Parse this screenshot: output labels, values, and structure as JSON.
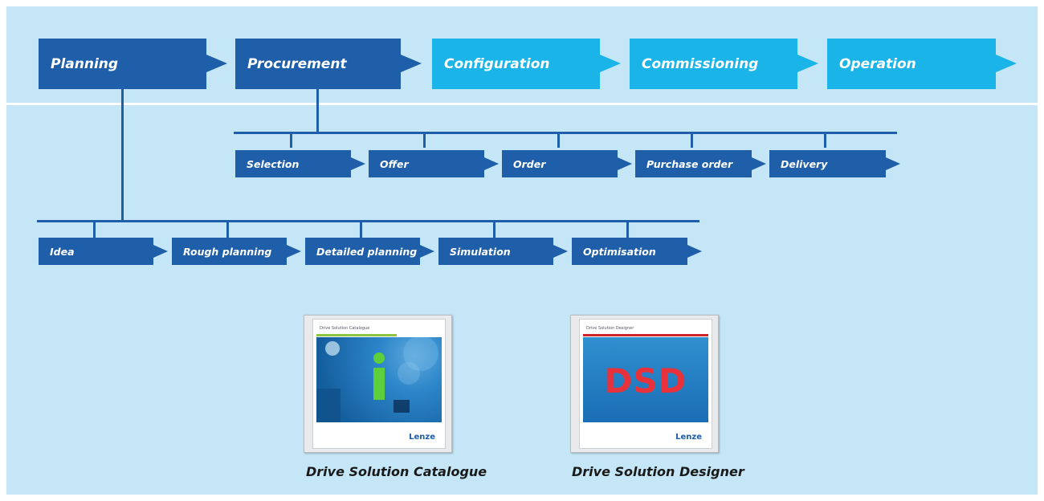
{
  "phases": {
    "planning": "Planning",
    "procurement": "Procurement",
    "configuration": "Configuration",
    "commissioning": "Commissioning",
    "operation": "Operation"
  },
  "procurement_steps": [
    "Selection",
    "Offer",
    "Order",
    "Purchase order",
    "Delivery"
  ],
  "planning_steps": [
    "Idea",
    "Rough planning",
    "Detailed planning",
    "Simulation",
    "Optimisation"
  ],
  "products": {
    "catalogue": {
      "caption": "Drive Solution Catalogue",
      "cover_title": "Drive Solution Catalogue",
      "brand": "Lenze"
    },
    "designer": {
      "caption": "Drive Solution Designer",
      "cover_title": "Drive Solution Designer",
      "cover_text": "DSD",
      "brand": "Lenze"
    }
  },
  "colors": {
    "dark_arrow": "#1f5ea8",
    "light_arrow": "#1ab4e8",
    "background": "#c5e6f6"
  }
}
